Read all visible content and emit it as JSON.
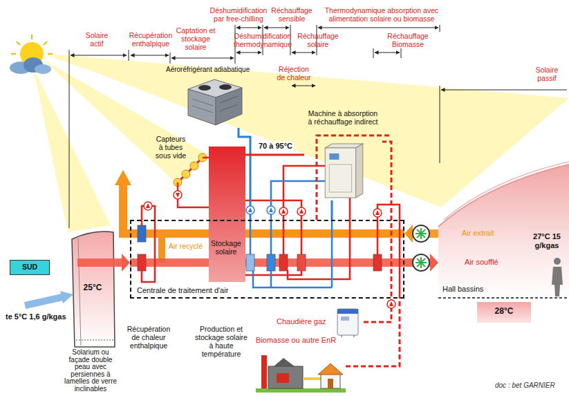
{
  "diagram": {
    "nodes": [
      {
        "text": [
          "Aéroréfrigérant adiabatique"
        ]
      },
      {
        "text": [
          "Machine à absorption à réchauffage indirect"
        ]
      },
      {
        "text": [
          "Stockage solaire"
        ]
      },
      {
        "text": [
          "Centrale de traitement d'air"
        ]
      },
      {
        "text": [
          "SUD"
        ]
      },
      {
        "text": [
          "25°C"
        ]
      },
      {
        "text": [
          "27°C 15 g/kgas",
          "Hall bassins"
        ]
      },
      {
        "text": [
          "28°C"
        ]
      },
      {
        "text": [
          "Chaudière gaz"
        ]
      },
      {
        "text": [
          "Biomasse ou autre EnR"
        ]
      }
    ],
    "edges": [
      {
        "from": 5,
        "to": 3,
        "arrow": "to"
      },
      {
        "from": 3,
        "to": 6,
        "arrow": "to"
      },
      {
        "from": 6,
        "to": 3,
        "arrow": "to"
      },
      {
        "from": 0,
        "to": 3,
        "arrow": "none"
      },
      {
        "from": 2,
        "to": 1,
        "label": "70 à 95°C",
        "arrow": "none"
      },
      {
        "from": 1,
        "to": 3,
        "arrow": "none"
      },
      {
        "from": 8,
        "to": 1,
        "arrow": "none"
      },
      {
        "from": 9,
        "to": 3,
        "arrow": "none"
      }
    ],
    "labels": [
      "Solaire actif",
      "Récupération enthalpique",
      "Captation et stockage solaire",
      "Déshumidification par free-chilling",
      "Réchauffage sensible",
      "Thermodynamique absorption avec alimentation solaire ou biomasse",
      "Déshumidification thermodynamique",
      "Réchauffage solaire",
      "Réjection de chaleur",
      "Réchauffage Biomasse",
      "Solaire passif",
      "Capteurs à tubes sous vide",
      "Air recyclé",
      "Air extrait",
      "Air soufflé",
      "te 5°C 1,6 g/kgas",
      "Solarium ou façade double peau avec persiennes à lamelles de verre inclinables",
      "Récupération de chaleur enthalpique",
      "Production et stockage solaire à haute température",
      "doc : bet GARNIER"
    ]
  }
}
